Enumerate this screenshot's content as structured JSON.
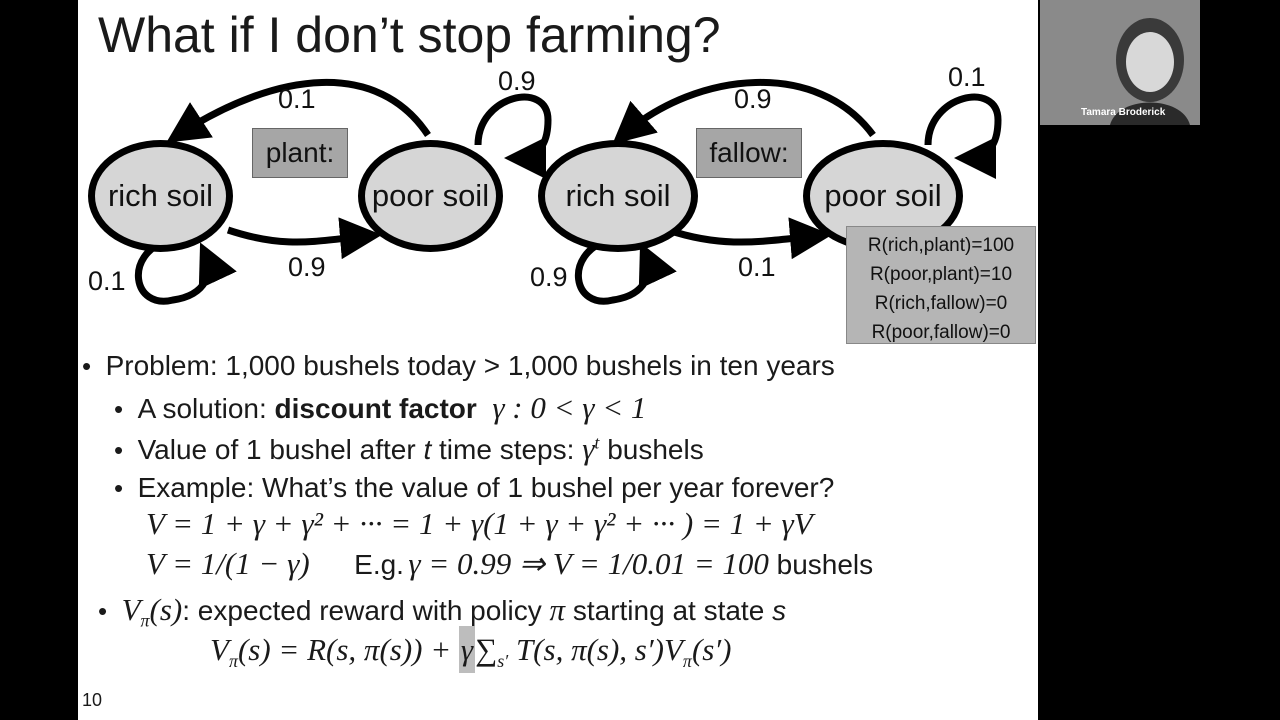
{
  "slide": {
    "title": "What if I don’t stop farming?",
    "page_number": "10",
    "diagram_plant": {
      "action_label": "plant:",
      "state_left": "rich soil",
      "state_right": "poor soil",
      "p_top": "0.1",
      "p_bottom": "0.9",
      "p_left_loop": "0.1",
      "p_right_loop": "0.9"
    },
    "diagram_fallow": {
      "action_label": "fallow:",
      "state_left": "rich soil",
      "state_right": "poor soil",
      "p_top": "0.9",
      "p_bottom": "0.1",
      "p_left_loop": "0.9",
      "p_right_loop": "0.1"
    },
    "rewards": [
      "R(rich,plant)=100",
      "R(poor,plant)=10",
      "R(rich,fallow)=0",
      "R(poor,fallow)=0"
    ],
    "bullets": {
      "b1": "Problem: 1,000 bushels today > 1,000 bushels in ten years",
      "b1a_prefix": "A solution: ",
      "b1a_bold": "discount factor",
      "b1a_math": "γ : 0 < γ < 1",
      "b1b_prefix": "Value of 1 bushel after ",
      "b1b_t": "t",
      "b1b_mid": " time steps: ",
      "b1b_math": "γ",
      "b1b_sup": "t",
      "b1b_suffix": " bushels",
      "b1c": "Example: What’s the value of 1 bushel per year forever?",
      "eq1": "V = 1 + γ + γ² + ··· = 1 + γ(1 + γ + γ² + ··· ) = 1 + γV",
      "eq2": "V = 1/(1 − γ)",
      "eg_text": "E.g.",
      "eg_math": "γ = 0.99 ⇒ V = 1/0.01 = 100",
      "eg_suffix": " bushels",
      "b2_math": "V",
      "b2_sub": "π",
      "b2_arg": "(s)",
      "b2_text_a": ": expected reward with policy ",
      "b2_pi": "π",
      "b2_text_b": " starting at state ",
      "b2_s": "s",
      "eq3_a": "V",
      "eq3_sub": "π",
      "eq3_b": "(s) = R(s, π(s)) + ",
      "eq3_gamma": "γ",
      "eq3_c": "∑",
      "eq3_sub2": "s′",
      "eq3_d": " T(s, π(s), s′)V",
      "eq3_sub3": "π",
      "eq3_e": "(s′)"
    }
  },
  "video": {
    "participant_name": "Tamara Broderick"
  }
}
